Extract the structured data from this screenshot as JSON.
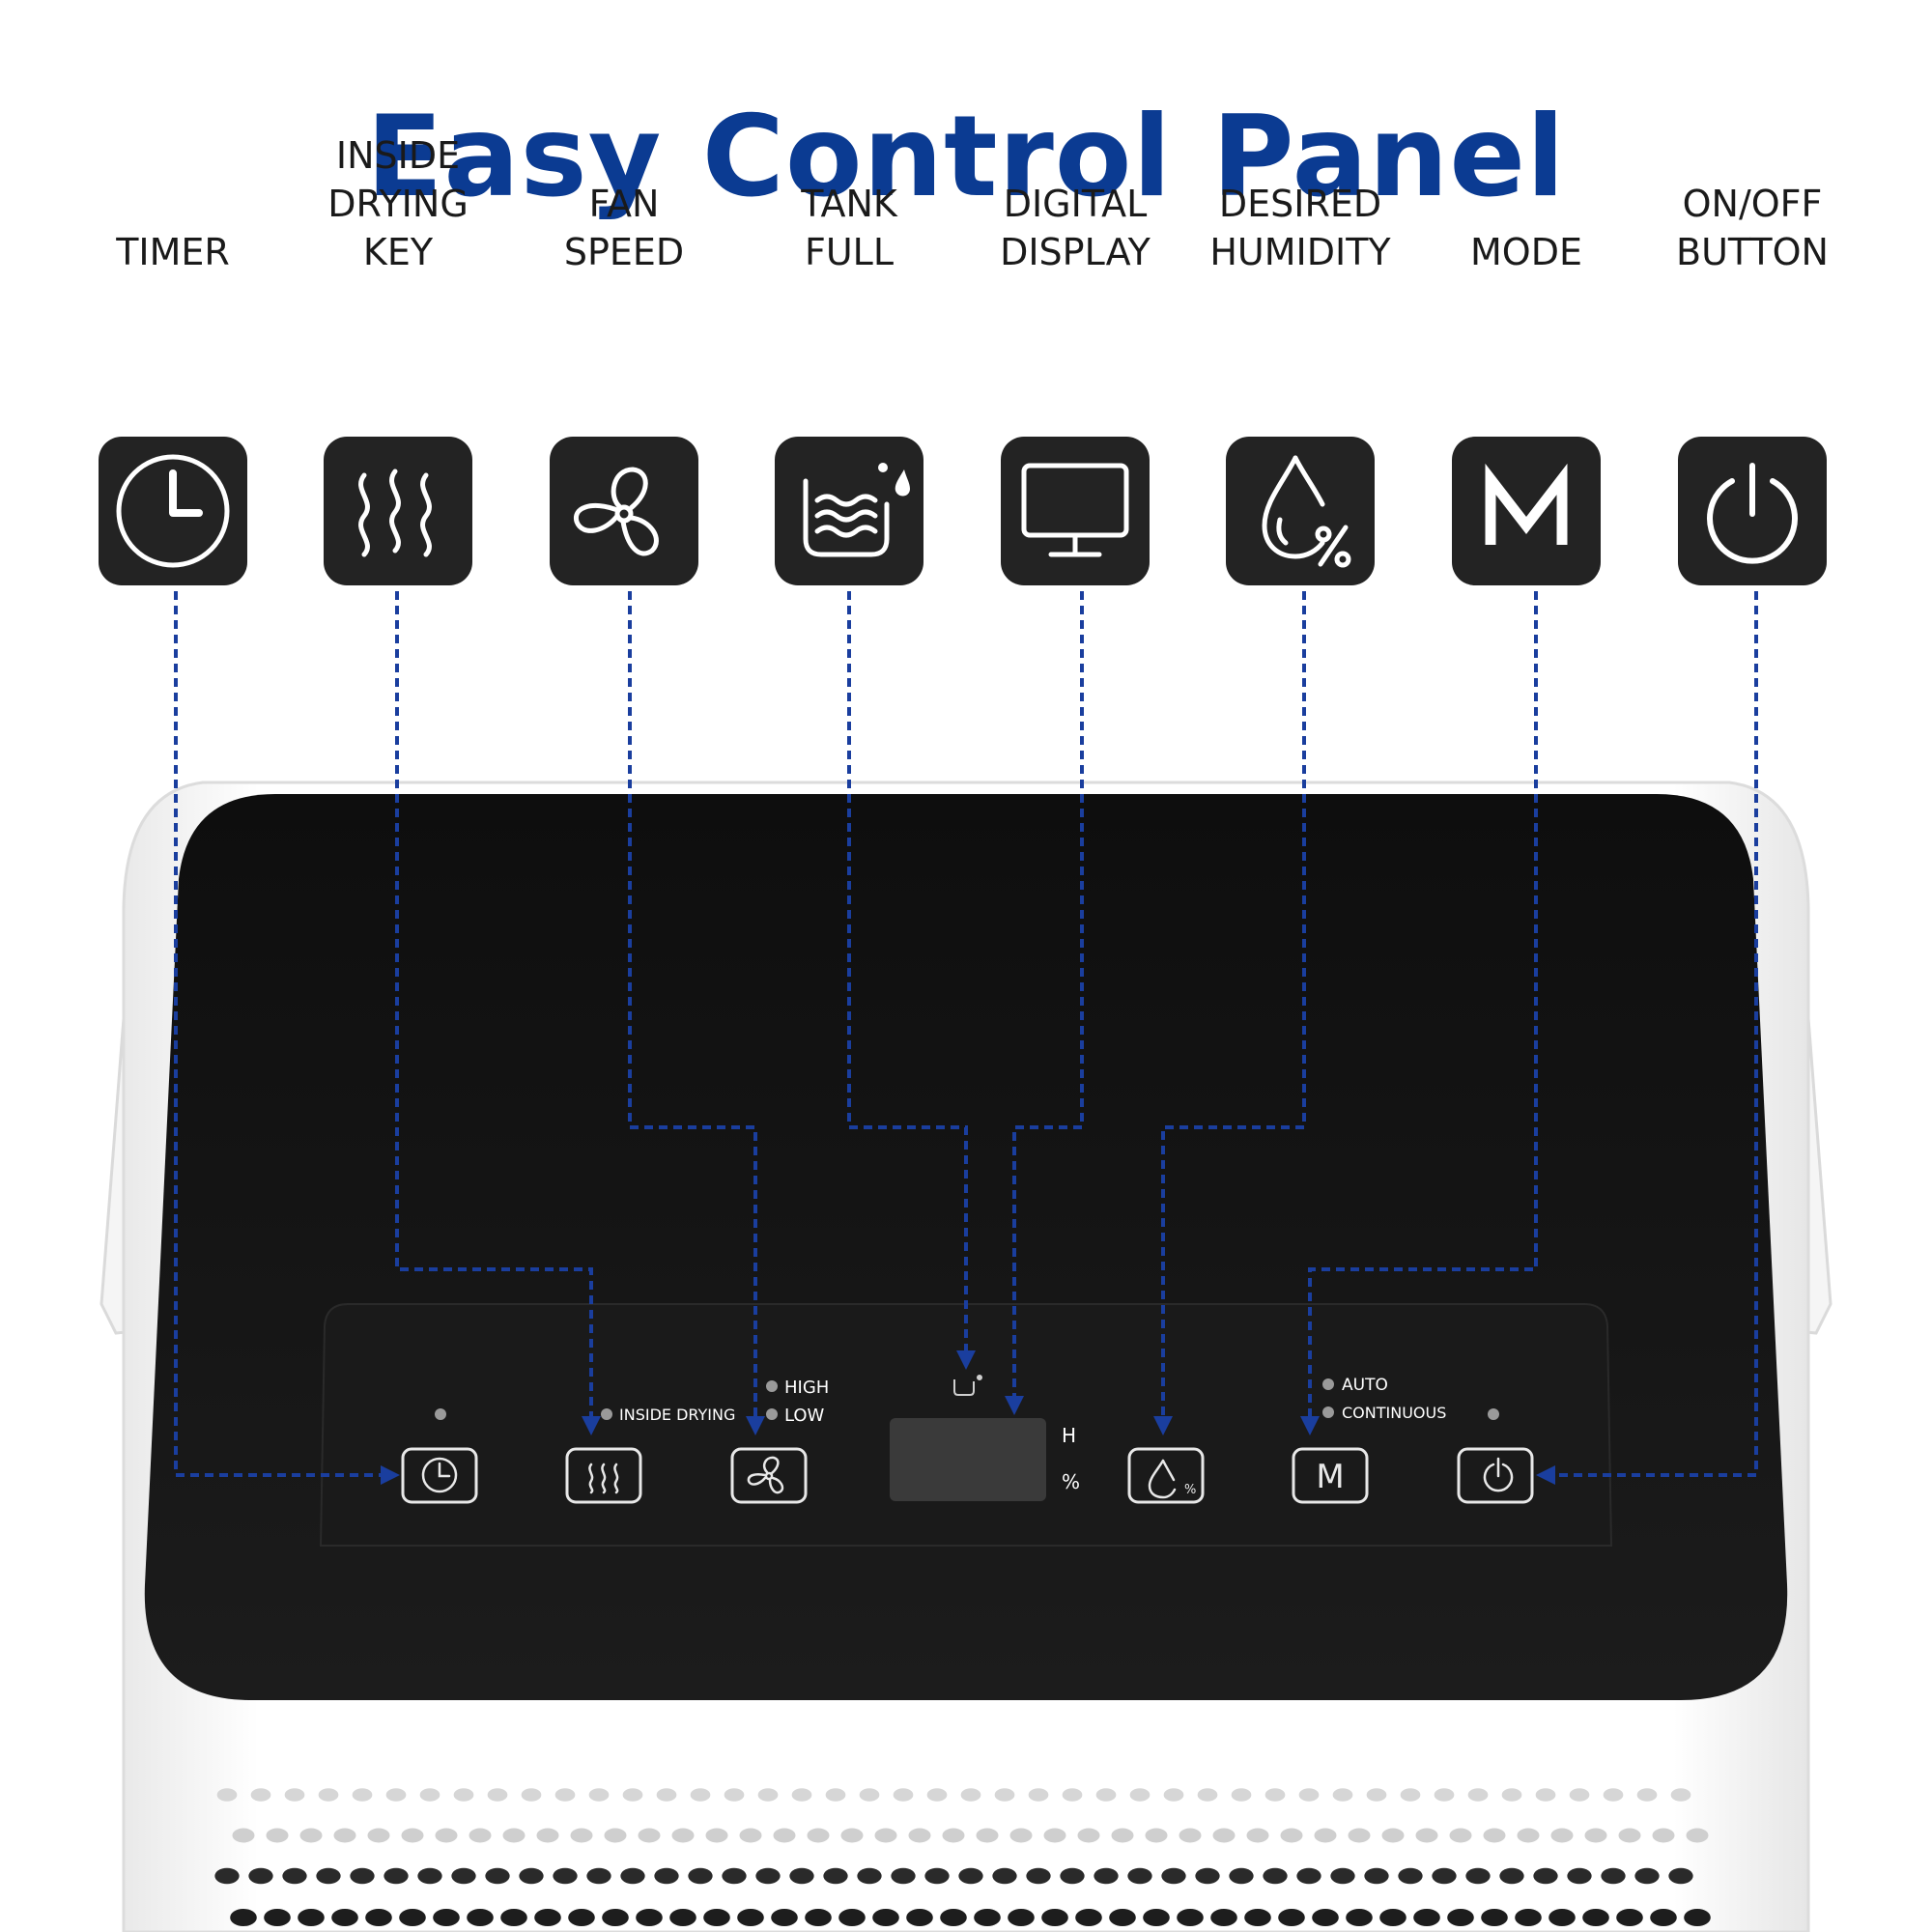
{
  "title": "Easy Control Panel",
  "colors": {
    "title": "#0b3b92",
    "leader_line": "#1a3e9e",
    "tile": "#232323",
    "panel": "#161616",
    "body": "#ffffff"
  },
  "features": [
    {
      "label": "TIMER",
      "icon": "clock-icon"
    },
    {
      "label": "INSIDE\nDRYING\nKEY",
      "icon": "heat-waves-icon"
    },
    {
      "label": "FAN\nSPEED",
      "icon": "fan-icon"
    },
    {
      "label": "TANK\nFULL",
      "icon": "water-tank-icon"
    },
    {
      "label": "DIGITAL\nDISPLAY",
      "icon": "monitor-icon"
    },
    {
      "label": "DESIRED\nHUMIDITY",
      "icon": "humidity-drop-icon"
    },
    {
      "label": "MODE",
      "icon": "mode-m-icon"
    },
    {
      "label": "ON/OFF\nBUTTON",
      "icon": "power-icon"
    }
  ],
  "panel": {
    "inside_drying_indicator": "INSIDE DRYING",
    "fan_high": "HIGH",
    "fan_low": "LOW",
    "mode_auto": "AUTO",
    "mode_continuous": "CONTINUOUS",
    "display_unit_h": "H",
    "display_unit_pct": "%",
    "mode_button": "M"
  }
}
